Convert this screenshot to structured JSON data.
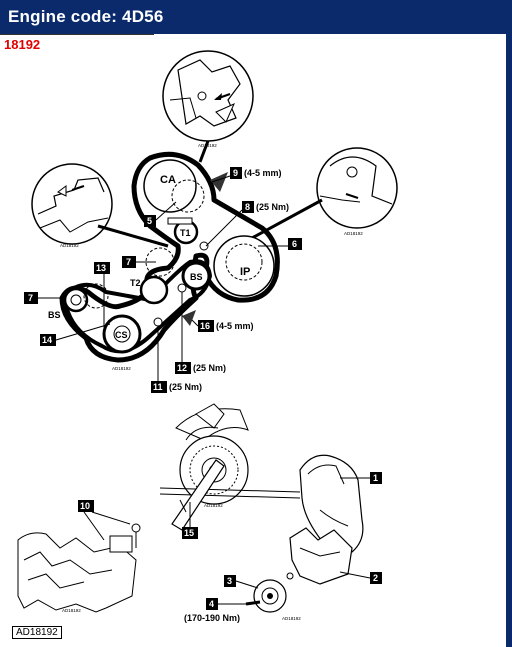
{
  "header": {
    "title": "Engine code: 4D56",
    "code": "18192"
  },
  "footer_ref": "AD18192",
  "callouts": [
    {
      "num": "9",
      "text": "(4-5 mm)"
    },
    {
      "num": "8",
      "text": "(25 Nm)"
    },
    {
      "num": "6",
      "text": ""
    },
    {
      "num": "5",
      "text": ""
    },
    {
      "num": "7",
      "text": ""
    },
    {
      "num": "13",
      "text": ""
    },
    {
      "num": "7",
      "text": ""
    },
    {
      "num": "14",
      "text": ""
    },
    {
      "num": "16",
      "text": "(4-5 mm)"
    },
    {
      "num": "12",
      "text": "(25 Nm)"
    },
    {
      "num": "11",
      "text": "(25 Nm)"
    },
    {
      "num": "15",
      "text": ""
    },
    {
      "num": "10",
      "text": ""
    },
    {
      "num": "1",
      "text": ""
    },
    {
      "num": "2",
      "text": ""
    },
    {
      "num": "3",
      "text": ""
    },
    {
      "num": "4",
      "text": ""
    },
    {
      "num": "",
      "text": "(170-190 Nm)"
    }
  ],
  "pulleys": [
    "CA",
    "T1",
    "IP",
    "T2",
    "BS",
    "BS",
    "CS"
  ],
  "small_refs": [
    "AD18192",
    "AD18192",
    "AD18192",
    "AD18192",
    "AD18192",
    "AD18192",
    "AD18192"
  ],
  "colors": {
    "header_bg": "#0a2a6b",
    "code_red": "#e00000"
  }
}
